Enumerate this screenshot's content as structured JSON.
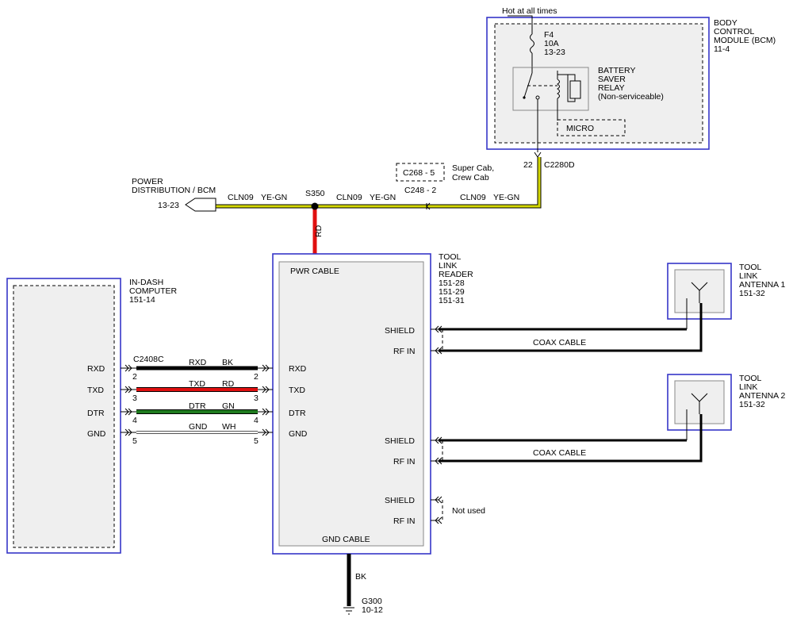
{
  "colors": {
    "outline_blue": "#3636c8",
    "wire_ye_gn": "#d4d800",
    "wire_red": "#e01010",
    "wire_black": "#000000",
    "wire_green": "#1e7a1e",
    "wire_white": "#ffffff",
    "body_gray": "#efefef"
  },
  "bcm": {
    "hot_label": "Hot at all times",
    "fuse_id": "F4",
    "fuse_rating": "10A",
    "fuse_ref": "13-23",
    "relay_lines": [
      "BATTERY",
      "SAVER",
      "RELAY",
      "(Non-serviceable)"
    ],
    "micro_label": "MICRO",
    "title_lines": [
      "BODY",
      "CONTROL",
      "MODULE (BCM)",
      "11-4"
    ],
    "pin": "22",
    "connector": "C2280D"
  },
  "power_distribution": {
    "lines": [
      "POWER",
      "DISTRIBUTION / BCM"
    ],
    "ref": "13-23"
  },
  "splice": {
    "id": "S350",
    "wire_down": "RD"
  },
  "connectors_inline": {
    "c268": "C268 -  5",
    "c268_desc": "Super Cab,",
    "c248": "C248 -  2",
    "c248_desc": "Crew Cab"
  },
  "wire_labels": {
    "seg1_circuit": "CLN09",
    "seg1_color": "YE-GN",
    "seg2_circuit": "CLN09",
    "seg2_color": "YE-GN",
    "seg3_circuit": "CLN09",
    "seg3_color": "YE-GN"
  },
  "computer": {
    "lines": [
      "IN-DASH",
      "COMPUTER",
      "151-14"
    ],
    "pins": [
      "RXD",
      "TXD",
      "DTR",
      "GND"
    ],
    "connector": "C2408C"
  },
  "cables": [
    {
      "signal": "RXD",
      "color": "BK",
      "left_pin": "2",
      "right_pin": "2"
    },
    {
      "signal": "TXD",
      "color": "RD",
      "left_pin": "3",
      "right_pin": "3"
    },
    {
      "signal": "DTR",
      "color": "GN",
      "left_pin": "4",
      "right_pin": "4"
    },
    {
      "signal": "GND",
      "color": "WH",
      "left_pin": "5",
      "right_pin": "5"
    }
  ],
  "reader": {
    "lines": [
      "TOOL",
      "LINK",
      "READER",
      "151-28",
      "151-29",
      "151-31"
    ],
    "pwr_cable": "PWR CABLE",
    "gnd_cable": "GND CABLE",
    "left_pins": [
      "RXD",
      "TXD",
      "DTR",
      "GND"
    ],
    "right_pins": [
      "SHIELD",
      "RF IN",
      "SHIELD",
      "RF IN",
      "SHIELD",
      "RF IN"
    ],
    "not_used": "Not used"
  },
  "antennas": [
    {
      "lines": [
        "TOOL",
        "LINK",
        "ANTENNA 1",
        "151-32"
      ],
      "cable": "COAX CABLE"
    },
    {
      "lines": [
        "TOOL",
        "LINK",
        "ANTENNA 2",
        "151-32"
      ],
      "cable": "COAX CABLE"
    }
  ],
  "ground": {
    "wire_color": "BK",
    "id": "G300",
    "ref": "10-12"
  }
}
